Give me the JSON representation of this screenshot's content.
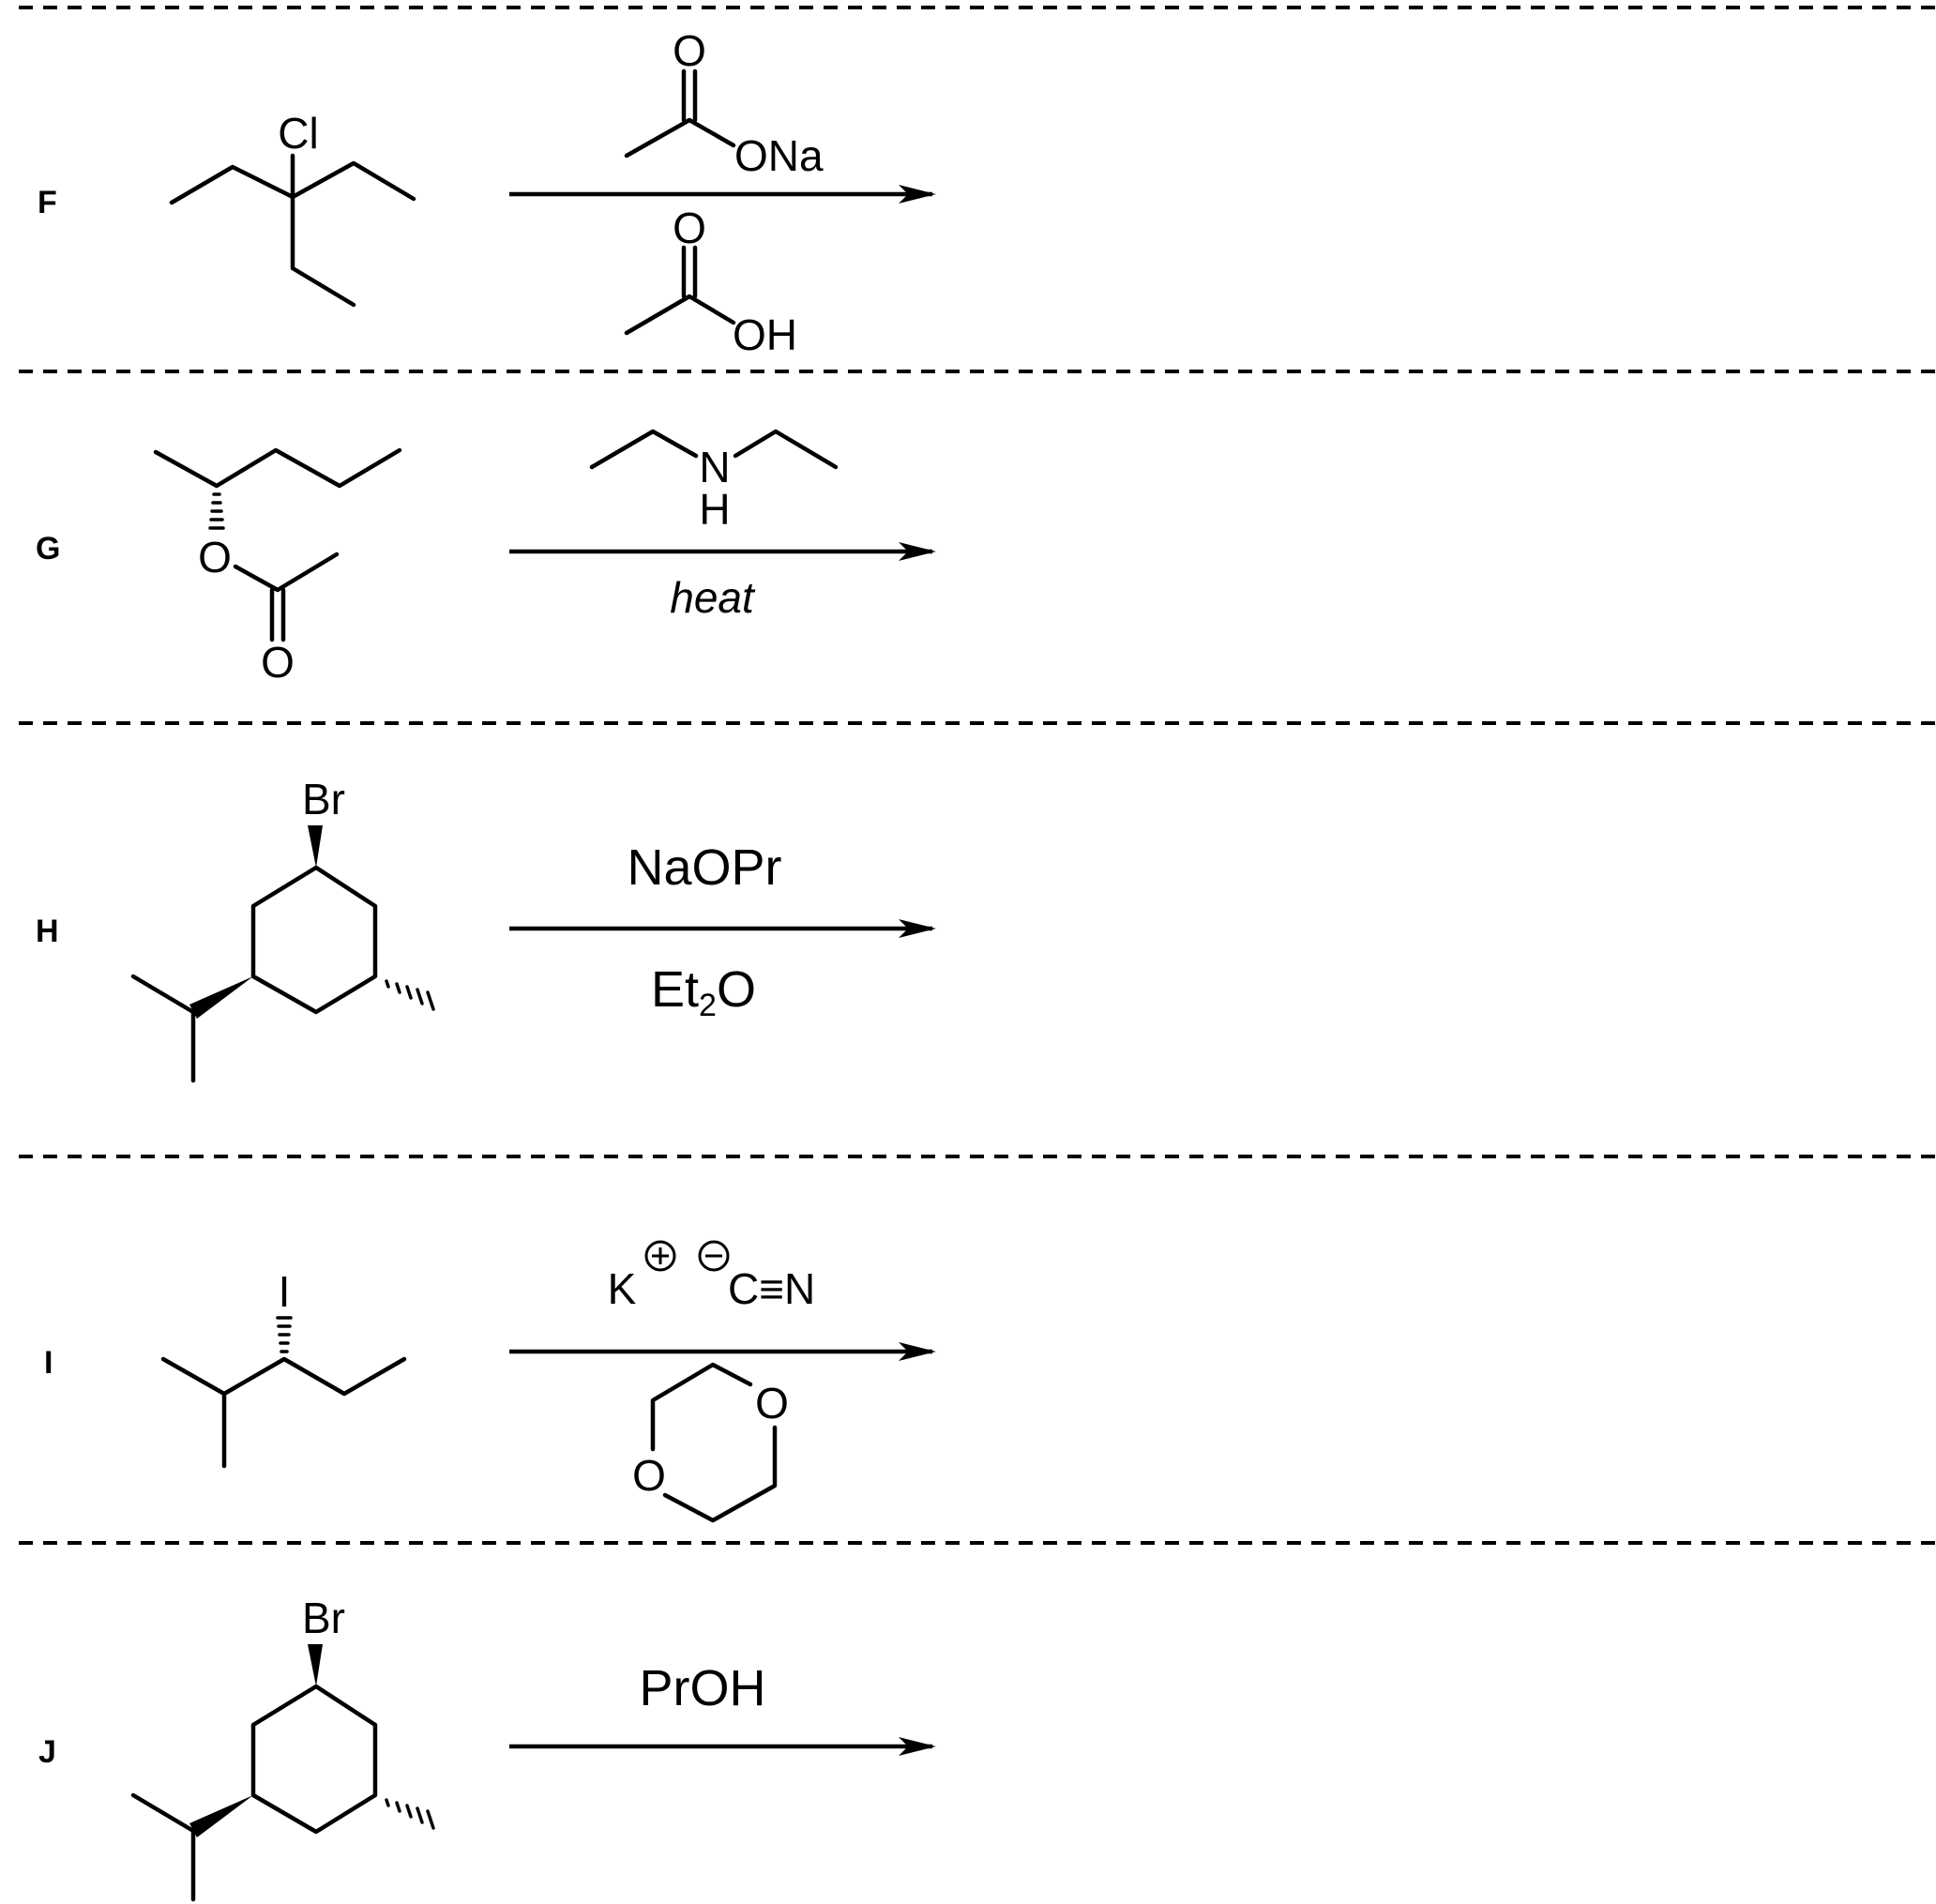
{
  "problems": [
    {
      "label": "F",
      "reactant_atoms": [
        "Cl"
      ],
      "reagent_above_atoms": [
        "O",
        "ONa"
      ],
      "reagent_below_atoms": [
        "O",
        "OH"
      ]
    },
    {
      "label": "G",
      "reactant_atoms": [
        "O",
        "O"
      ],
      "reagent_above_atoms": [
        "N",
        "H"
      ],
      "reagent_below_text": "heat"
    },
    {
      "label": "H",
      "reactant_atoms": [
        "Br"
      ],
      "reagent_above_text": "NaOPr",
      "reagent_below": {
        "main": "Et",
        "sub": "2",
        "rest": "O"
      }
    },
    {
      "label": "I",
      "reactant_atoms": [
        "I"
      ],
      "reagent_above": {
        "cation": "K",
        "anion": "C≡N"
      },
      "reagent_below_atoms": [
        "O",
        "O"
      ]
    },
    {
      "label": "J",
      "reactant_atoms": [
        "Br"
      ],
      "reagent_above_text": "PrOH"
    }
  ]
}
